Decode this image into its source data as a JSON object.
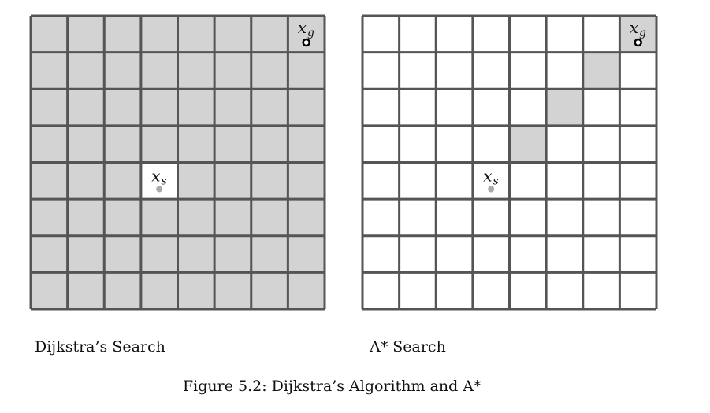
{
  "panels": [
    {
      "title": "Dijkstra’s Search",
      "rows": 8,
      "cols": 8,
      "fill_mode": "all_except",
      "cells": [
        [
          4,
          3
        ]
      ],
      "start": {
        "row": 4,
        "col": 3,
        "label": "x",
        "sub": "s"
      },
      "goal": {
        "row": 0,
        "col": 7,
        "label": "x",
        "sub": "g"
      }
    },
    {
      "title": "A* Search",
      "rows": 8,
      "cols": 8,
      "fill_mode": "only",
      "cells": [
        [
          0,
          7
        ],
        [
          1,
          6
        ],
        [
          2,
          5
        ],
        [
          3,
          4
        ]
      ],
      "start": {
        "row": 4,
        "col": 3,
        "label": "x",
        "sub": "s"
      },
      "goal": {
        "row": 0,
        "col": 7,
        "label": "x",
        "sub": "g"
      }
    }
  ],
  "caption": "Figure 5.2: Dijkstra’s Algorithm and A*",
  "colors": {
    "grid_line": "#555555",
    "explored_fill": "#d3d3d3",
    "empty_fill": "#ffffff",
    "start_dot": "#aaaaaa",
    "goal_ring": "#000000"
  }
}
